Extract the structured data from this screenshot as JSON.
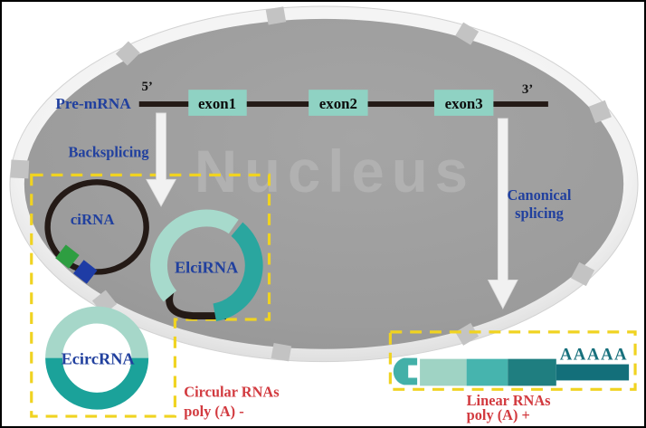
{
  "nucleus": {
    "watermark": "Nucleus"
  },
  "pre_mrna": {
    "label": "Pre-mRNA",
    "five_prime": "5’",
    "three_prime": "3’",
    "exons": [
      {
        "label": "exon1"
      },
      {
        "label": "exon2"
      },
      {
        "label": "exon3"
      }
    ]
  },
  "processes": {
    "backsplicing": "Backsplicing",
    "canonical_line1": "Canonical",
    "canonical_line2": "splicing"
  },
  "circular_rnas": {
    "cirna_label": "ciRNA",
    "elcirna_label": "ElciRNA",
    "ecircrna_label": "EcircRNA",
    "caption_line1": "Circular RNAs",
    "caption_line2": "poly (A) -"
  },
  "linear_rnas": {
    "poly_a_tail": "AAAAA",
    "caption_line1": "Linear RNAs",
    "caption_line2": "poly (A) +"
  },
  "colors": {
    "label_blue": "#21409e",
    "caption_red": "#d23a3f",
    "dashed_yellow": "#f0d321",
    "exon_teal": "#8fd2c3",
    "light_teal": "#a7dacc",
    "mid_teal": "#46b4ae",
    "dark_teal": "#2aa69f",
    "deep_teal": "#1f7e80",
    "tail_teal": "#136f7a",
    "polya_text_teal": "#17707c",
    "line_black": "#241a16",
    "green_square": "#2e9e41",
    "blue_square": "#1e3ca5",
    "nucleus_gray": "#9c9c9c",
    "watermark_gray": "#b1b1b1"
  }
}
